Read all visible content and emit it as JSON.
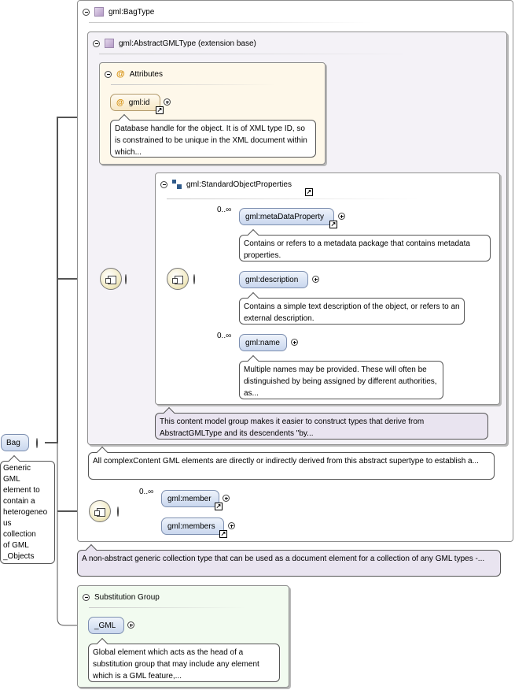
{
  "bagtype": {
    "title": "gml:BagType",
    "doc": "A non-abstract generic collection type that can be used as a document element for a collection of any GML types -..."
  },
  "abstract": {
    "title": "gml:AbstractGMLType (extension base)",
    "doc": "All complexContent GML elements are directly or indirectly derived from this abstract supertype to establish a..."
  },
  "attributes": {
    "title": "Attributes",
    "id_label": "gml:id",
    "id_doc": "Database handle for the object. It is of XML type ID, so is constrained to be unique in the XML document within which..."
  },
  "std": {
    "title": "gml:StandardObjectProperties",
    "doc": "This content model group makes it easier to construct types that derive from AbstractGMLType and its descendents \"by...",
    "metadata": {
      "label": "gml:metaDataProperty",
      "mult": "0..∞",
      "doc": "Contains or refers to a metadata package that contains metadata properties."
    },
    "description": {
      "label": "gml:description",
      "doc": "Contains a simple text description of the object, or refers to an external description."
    },
    "name": {
      "label": "gml:name",
      "mult": "0..∞",
      "doc": "Multiple names may be provided. These will often be distinguished by being assigned by different authorities, as..."
    }
  },
  "members": {
    "member": {
      "label": "gml:member",
      "mult": "0..∞"
    },
    "members": {
      "label": "gml:members"
    }
  },
  "bag": {
    "label": "Bag",
    "doc": "Generic\nGML\nelement to\ncontain a\nheterogeneo\nus\ncollection\nof GML\n_Objects"
  },
  "subst": {
    "title": "Substitution Group",
    "label": "_GML",
    "doc": "Global element which acts as the head of a substitution group that may include any element which is a GML feature,..."
  },
  "colors": {
    "bagtype_bg": "#ffffff",
    "abstract_bg": "#f4f2f7",
    "attributes_bg": "#fef8ea",
    "std_bg": "#ffffff",
    "subst_bg": "#f2fbf0",
    "connector": "#555555"
  }
}
